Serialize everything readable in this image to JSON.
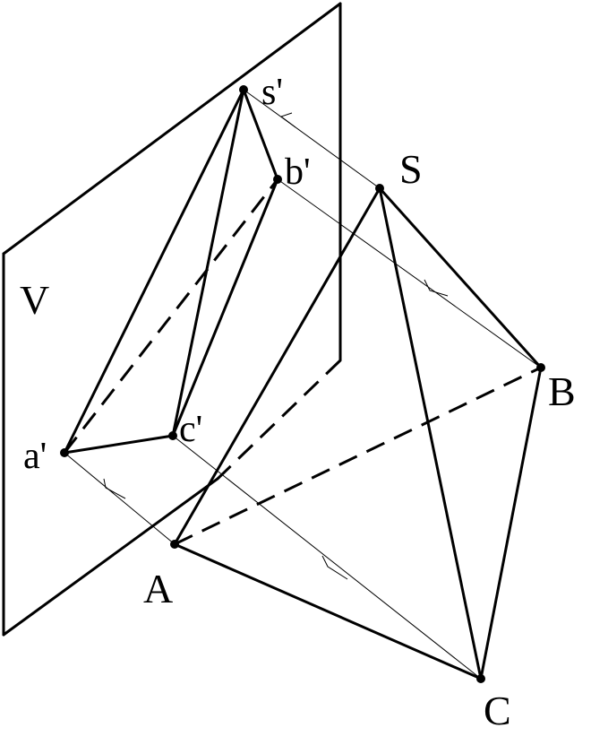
{
  "plane_label": "V",
  "points": {
    "S": "S",
    "A": "A",
    "B": "B",
    "C": "C",
    "s_prime": "s'",
    "a_prime": "a'",
    "b_prime": "b'",
    "c_prime": "c'"
  }
}
